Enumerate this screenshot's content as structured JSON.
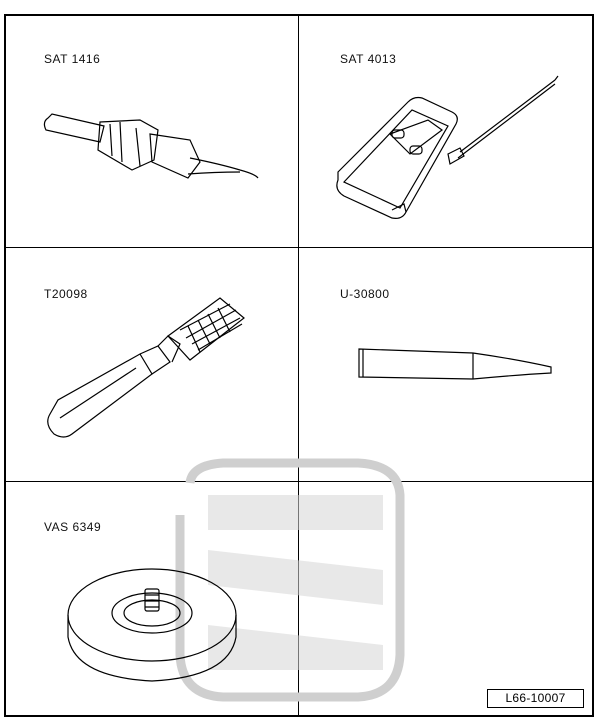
{
  "tools": {
    "t1": {
      "label": "SAT 1416",
      "icon": "soldering-iron-icon"
    },
    "t2": {
      "label": "SAT 4013",
      "icon": "multimeter-icon"
    },
    "t3": {
      "label": "T20098",
      "icon": "crimping-tool-icon"
    },
    "t4": {
      "label": "U-30800",
      "icon": "wedge-tool-icon"
    },
    "t5": {
      "label": "VAS 6349",
      "icon": "disc-weight-icon"
    }
  },
  "figure_code": "L66-10007",
  "watermark": {
    "icon": "seat-logo-watermark",
    "color": "#c8c8c8"
  },
  "line_color": "#000000"
}
